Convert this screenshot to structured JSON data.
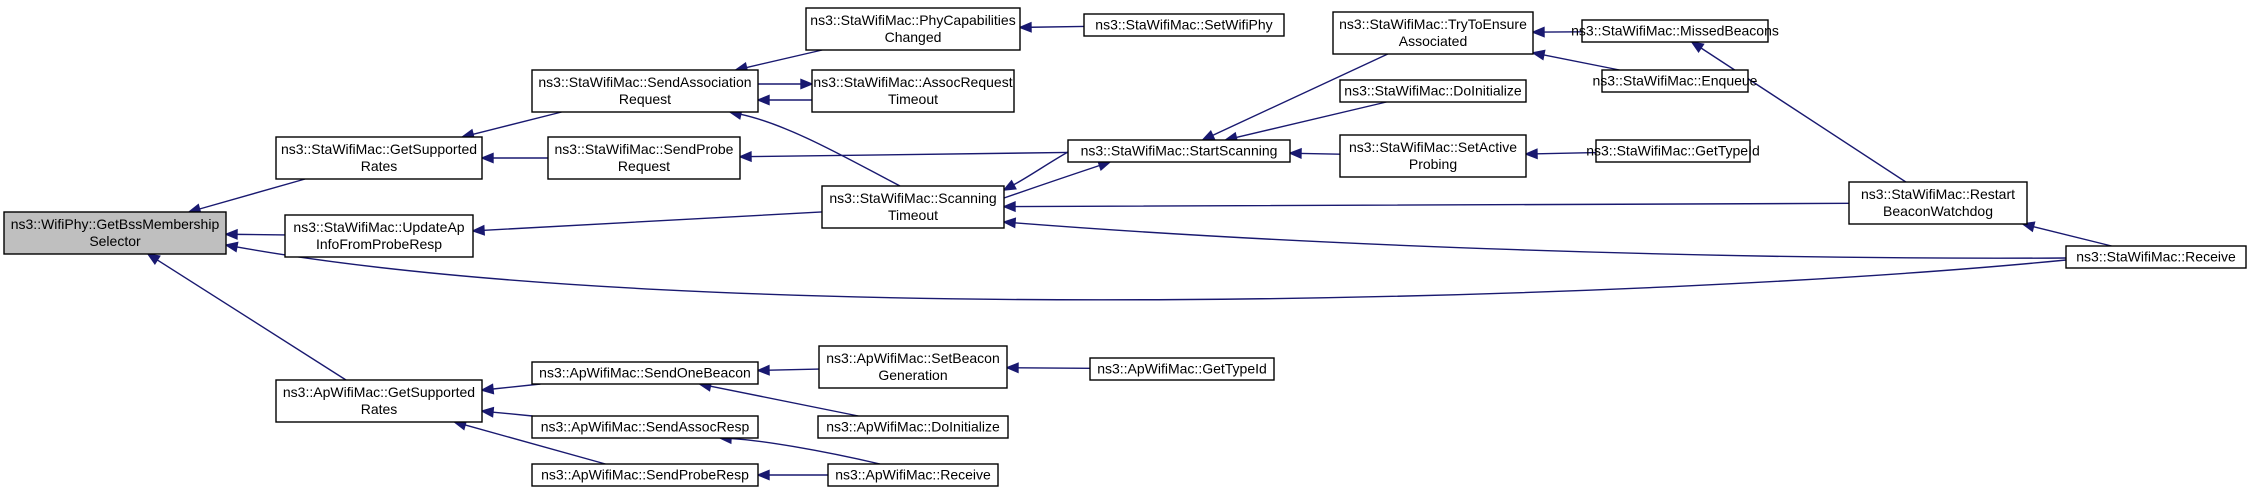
{
  "colors": {
    "edge": "#191970",
    "node_fill": "#ffffff",
    "root_fill": "#bfbfbf",
    "node_border": "#000000"
  },
  "nodes": [
    {
      "id": "root",
      "lines": [
        "ns3::WifiPhy::GetBssMembership",
        "Selector"
      ],
      "root": true
    },
    {
      "id": "sta_getsup",
      "lines": [
        "ns3::StaWifiMac::GetSupported",
        "Rates"
      ]
    },
    {
      "id": "sta_update",
      "lines": [
        "ns3::StaWifiMac::UpdateAp",
        "InfoFromProbeResp"
      ]
    },
    {
      "id": "ap_getsup",
      "lines": [
        "ns3::ApWifiMac::GetSupported",
        "Rates"
      ]
    },
    {
      "id": "sta_sendassoc",
      "lines": [
        "ns3::StaWifiMac::SendAssociation",
        "Request"
      ]
    },
    {
      "id": "sta_sendprobe",
      "lines": [
        "ns3::StaWifiMac::SendProbe",
        "Request"
      ]
    },
    {
      "id": "ap_sendonebeacon",
      "lines": [
        "ns3::ApWifiMac::SendOneBeacon"
      ]
    },
    {
      "id": "ap_sendassocresp",
      "lines": [
        "ns3::ApWifiMac::SendAssocResp"
      ]
    },
    {
      "id": "ap_sendproberesp",
      "lines": [
        "ns3::ApWifiMac::SendProbeResp"
      ]
    },
    {
      "id": "sta_phycap",
      "lines": [
        "ns3::StaWifiMac::PhyCapabilities",
        "Changed"
      ]
    },
    {
      "id": "sta_assoctimeout",
      "lines": [
        "ns3::StaWifiMac::AssocRequest",
        "Timeout"
      ]
    },
    {
      "id": "sta_scantimeout",
      "lines": [
        "ns3::StaWifiMac::Scanning",
        "Timeout"
      ]
    },
    {
      "id": "ap_setbeacon",
      "lines": [
        "ns3::ApWifiMac::SetBeacon",
        "Generation"
      ]
    },
    {
      "id": "ap_doinit",
      "lines": [
        "ns3::ApWifiMac::DoInitialize"
      ]
    },
    {
      "id": "ap_receive",
      "lines": [
        "ns3::ApWifiMac::Receive"
      ]
    },
    {
      "id": "sta_setwifiphy",
      "lines": [
        "ns3::StaWifiMac::SetWifiPhy"
      ]
    },
    {
      "id": "sta_startscan",
      "lines": [
        "ns3::StaWifiMac::StartScanning"
      ]
    },
    {
      "id": "ap_gettypeid",
      "lines": [
        "ns3::ApWifiMac::GetTypeId"
      ]
    },
    {
      "id": "sta_trytoensure",
      "lines": [
        "ns3::StaWifiMac::TryToEnsure",
        "Associated"
      ]
    },
    {
      "id": "sta_doinit",
      "lines": [
        "ns3::StaWifiMac::DoInitialize"
      ]
    },
    {
      "id": "sta_setactive",
      "lines": [
        "ns3::StaWifiMac::SetActive",
        "Probing"
      ]
    },
    {
      "id": "sta_missed",
      "lines": [
        "ns3::StaWifiMac::MissedBeacons"
      ]
    },
    {
      "id": "sta_enqueue",
      "lines": [
        "ns3::StaWifiMac::Enqueue"
      ]
    },
    {
      "id": "sta_gettypeid",
      "lines": [
        "ns3::StaWifiMac::GetTypeId"
      ]
    },
    {
      "id": "sta_restart",
      "lines": [
        "ns3::StaWifiMac::Restart",
        "BeaconWatchdog"
      ]
    },
    {
      "id": "sta_receive",
      "lines": [
        "ns3::StaWifiMac::Receive"
      ]
    }
  ],
  "edges": [
    {
      "from": "sta_getsup",
      "to": "root"
    },
    {
      "from": "sta_update",
      "to": "root"
    },
    {
      "from": "ap_getsup",
      "to": "root"
    },
    {
      "from": "sta_receive",
      "to": "root"
    },
    {
      "from": "sta_sendassoc",
      "to": "sta_getsup"
    },
    {
      "from": "sta_sendprobe",
      "to": "sta_getsup"
    },
    {
      "from": "sta_scantimeout",
      "to": "sta_update"
    },
    {
      "from": "ap_sendonebeacon",
      "to": "ap_getsup"
    },
    {
      "from": "ap_sendassocresp",
      "to": "ap_getsup"
    },
    {
      "from": "ap_sendproberesp",
      "to": "ap_getsup"
    },
    {
      "from": "sta_phycap",
      "to": "sta_sendassoc"
    },
    {
      "from": "sta_assoctimeout",
      "to": "sta_sendassoc"
    },
    {
      "from": "sta_scantimeout",
      "to": "sta_sendassoc"
    },
    {
      "from": "sta_sendassoc",
      "to": "sta_assoctimeout"
    },
    {
      "from": "sta_startscan",
      "to": "sta_sendprobe"
    },
    {
      "from": "ap_setbeacon",
      "to": "ap_sendonebeacon"
    },
    {
      "from": "ap_doinit",
      "to": "ap_sendonebeacon"
    },
    {
      "from": "ap_receive",
      "to": "ap_sendassocresp"
    },
    {
      "from": "ap_receive",
      "to": "ap_sendproberesp"
    },
    {
      "from": "sta_setwifiphy",
      "to": "sta_phycap"
    },
    {
      "from": "sta_startscan",
      "to": "sta_scantimeout"
    },
    {
      "from": "sta_restart",
      "to": "sta_scantimeout"
    },
    {
      "from": "sta_receive",
      "to": "sta_scantimeout"
    },
    {
      "from": "sta_scantimeout",
      "to": "sta_startscan"
    },
    {
      "from": "ap_gettypeid",
      "to": "ap_setbeacon"
    },
    {
      "from": "sta_trytoensure",
      "to": "sta_startscan"
    },
    {
      "from": "sta_doinit",
      "to": "sta_startscan"
    },
    {
      "from": "sta_setactive",
      "to": "sta_startscan"
    },
    {
      "from": "sta_missed",
      "to": "sta_trytoensure"
    },
    {
      "from": "sta_enqueue",
      "to": "sta_trytoensure"
    },
    {
      "from": "sta_gettypeid",
      "to": "sta_setactive"
    },
    {
      "from": "sta_restart",
      "to": "sta_missed"
    },
    {
      "from": "sta_receive",
      "to": "sta_restart"
    }
  ]
}
